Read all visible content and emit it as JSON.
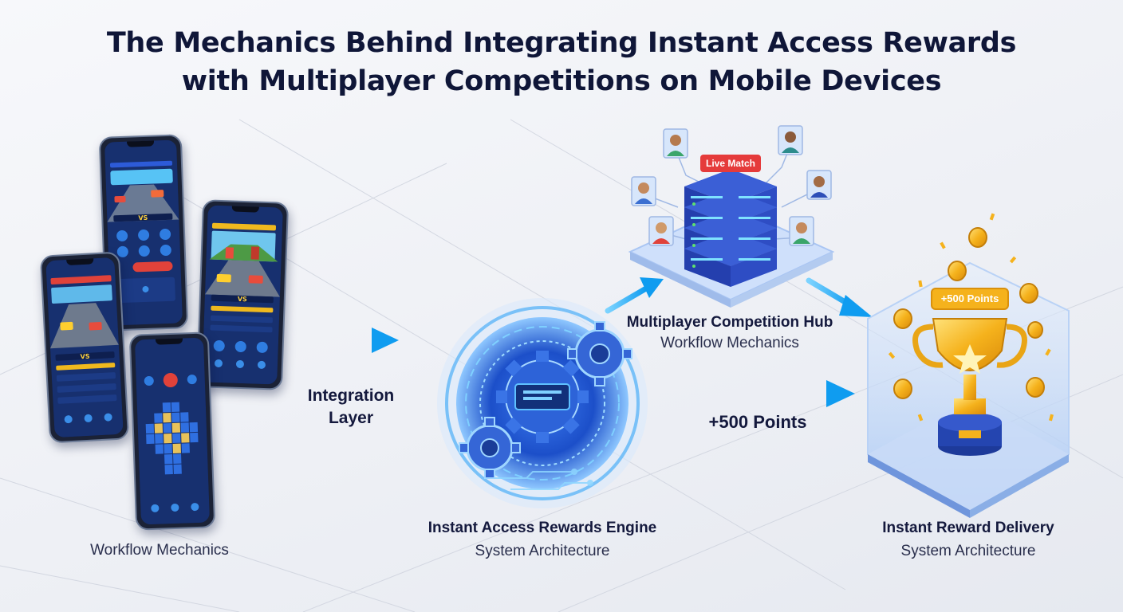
{
  "title": {
    "line1": "The Mechanics Behind Integrating Instant Access Rewards",
    "line2": "with Multiplayer Competitions on Mobile Devices"
  },
  "phones": {
    "caption": "Workflow Mechanics",
    "vs_label": "VS"
  },
  "integration": {
    "line1": "Integration",
    "line2": "Layer"
  },
  "engine": {
    "title": "Instant Access Rewards Engine",
    "subtitle": "System Architecture"
  },
  "hub": {
    "title": "Multiplayer Competition Hub",
    "subtitle": "Workflow Mechanics",
    "badge": "Live Match"
  },
  "points_label": "+500 Points",
  "delivery": {
    "title": "Instant Reward Delivery",
    "subtitle": "System Architecture",
    "badge": "+500 Points"
  },
  "colors": {
    "title": "#0f1638",
    "arrow": "#1ea7f5",
    "engine_blue": "#1f4fd1",
    "server_blue": "#2b48c4",
    "live_red": "#e53b3b",
    "gold": "#f5b21c"
  }
}
